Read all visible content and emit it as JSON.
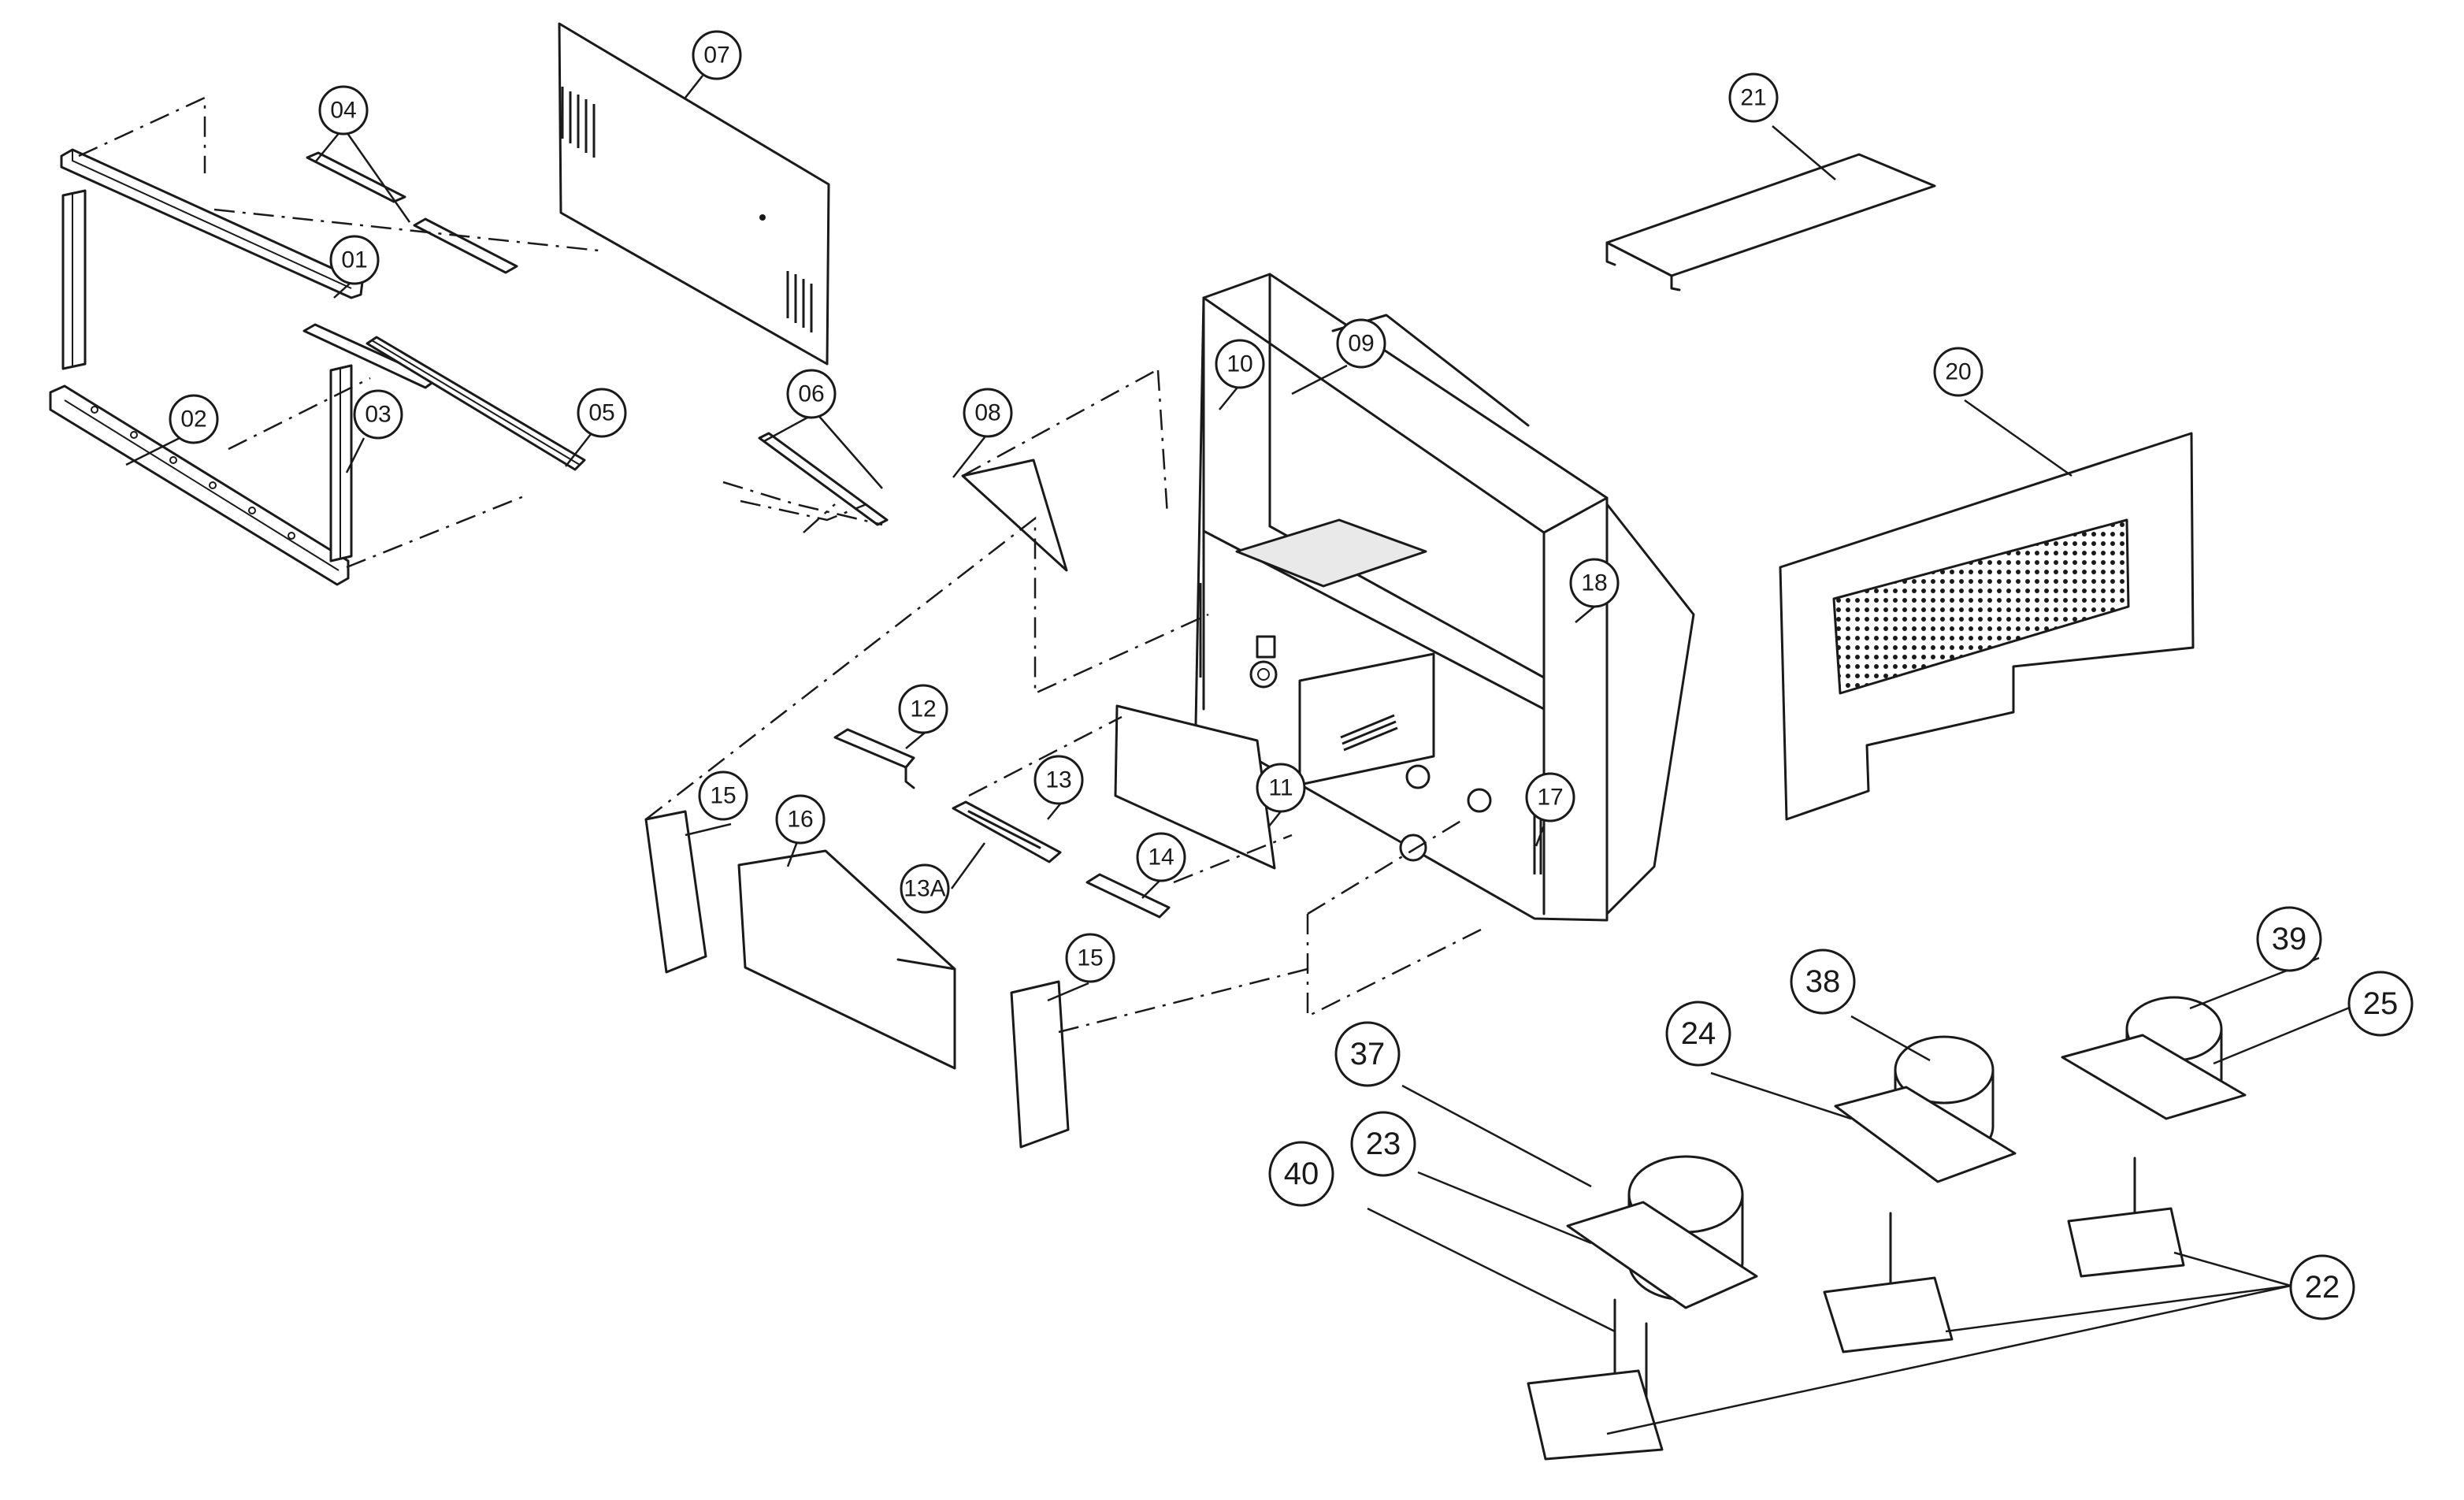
{
  "callouts": {
    "c01": "01",
    "c02": "02",
    "c03": "03",
    "c04": "04",
    "c05": "05",
    "c06": "06",
    "c07": "07",
    "c08": "08",
    "c09": "09",
    "c10": "10",
    "c11": "11",
    "c12": "12",
    "c13": "13",
    "c13a": "13A",
    "c14": "14",
    "c15a": "15",
    "c15b": "15",
    "c16": "16",
    "c17": "17",
    "c18": "18",
    "c20": "20",
    "c21": "21",
    "c22": "22",
    "c23": "23",
    "c24": "24",
    "c25": "25",
    "c37": "37",
    "c38": "38",
    "c39": "39",
    "c40": "40"
  }
}
